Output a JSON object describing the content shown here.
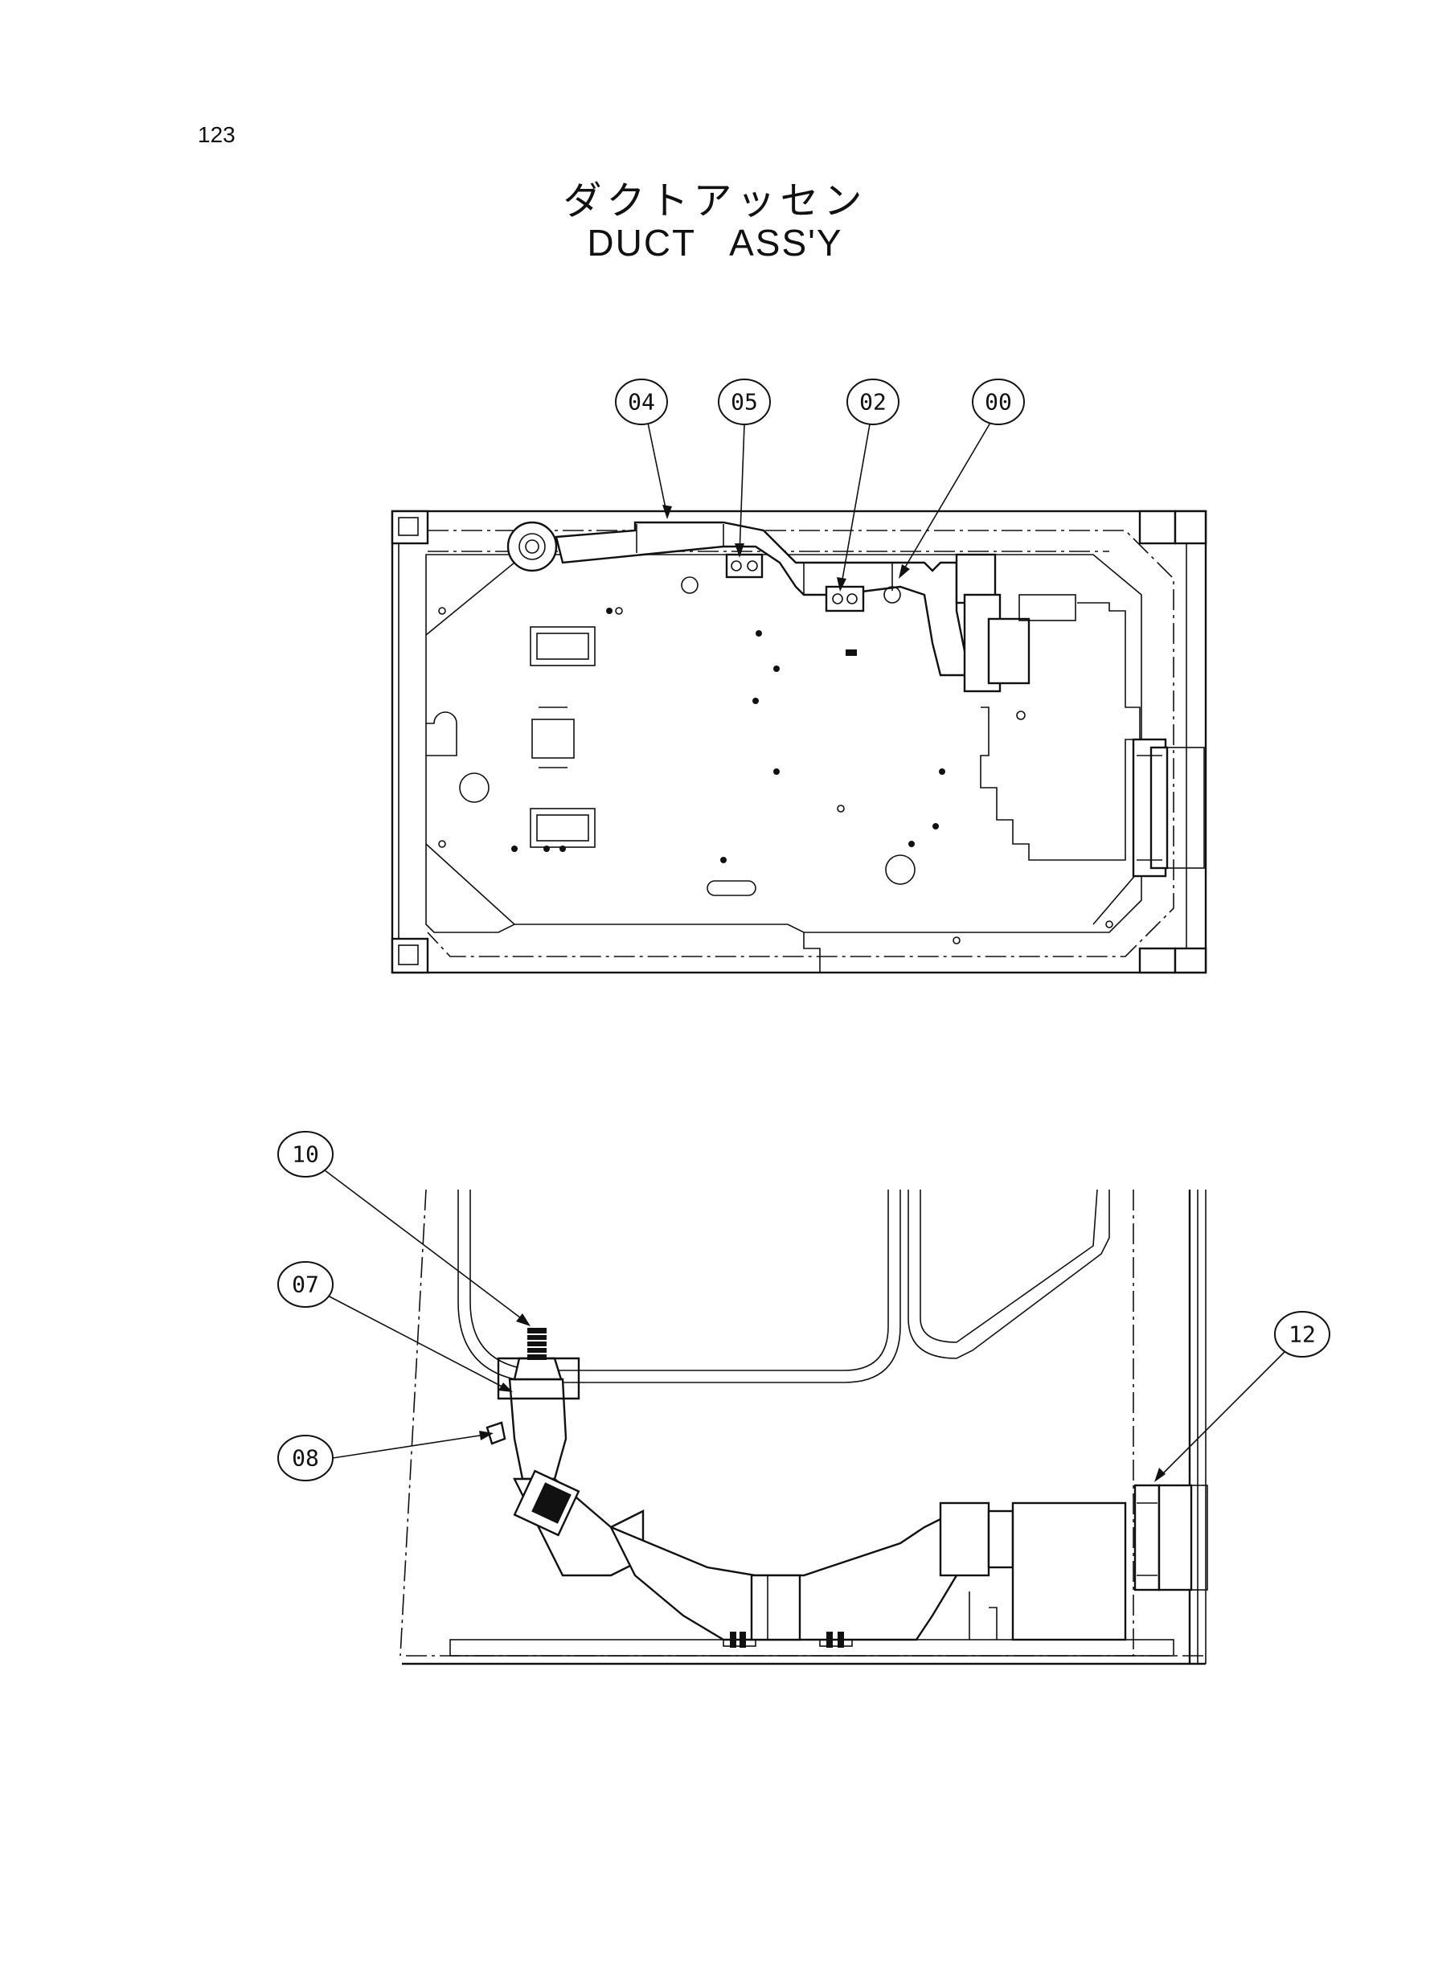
{
  "page_number": "123",
  "title_jp": "ダクトアッセン",
  "title_en": "DUCT   ASS'Y",
  "callouts_top": [
    {
      "label": "04"
    },
    {
      "label": "05"
    },
    {
      "label": "02"
    },
    {
      "label": "00"
    }
  ],
  "callouts_bottom": [
    {
      "label": "10"
    },
    {
      "label": "07"
    },
    {
      "label": "08"
    },
    {
      "label": "12"
    }
  ]
}
